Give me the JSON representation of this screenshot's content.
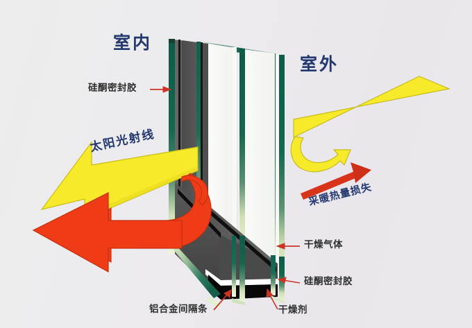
{
  "diagram": {
    "type": "insulated-glazing-cross-section",
    "title_present": false,
    "background_colors": [
      "#ededed",
      "#eceaee",
      "#e9e7ec"
    ],
    "palette": {
      "glass_edge_dark": "#11624f",
      "glass_edge_light": "#eaf2d4",
      "glass_face": "#f6f7f5",
      "interior_dark": "#585858",
      "interior_darker": "#3a3a3a",
      "frame_black": "#0a0a0a",
      "sun_yellow": "#f7ea2a",
      "heat_red": "#ef3b16",
      "arrow_red": "#cc3322",
      "label_blue": "#22386f",
      "label_dark": "#2f2f2f"
    }
  },
  "labels": {
    "indoor": "室内",
    "outdoor": "室外",
    "solar_rays": "太阳光射线",
    "heating_heat_loss": "采暖热量损失",
    "silicone_sealant_top": "硅酮密封胶",
    "silicone_sealant_bottom": "硅酮密封胶",
    "dry_gas": "干燥气体",
    "desiccant": "干燥剂",
    "aluminium_spacer": "铝合金间隔条"
  },
  "callouts": [
    {
      "id": "silicone-top",
      "text": "硅酮密封胶",
      "arrow": "right",
      "color": "#cc3322"
    },
    {
      "id": "dry-gas",
      "text": "干燥气体",
      "arrow": "left",
      "color": "#cc3322"
    },
    {
      "id": "silicone-bottom",
      "text": "硅酮密封胶",
      "arrow": "left",
      "color": "#cc3322"
    },
    {
      "id": "desiccant",
      "text": "干燥剂",
      "arrow": "up",
      "color": "#cc3322"
    },
    {
      "id": "alu-spacer",
      "text": "铝合金间隔条",
      "arrow": "up-right",
      "color": "#cc3322"
    }
  ],
  "flows": [
    {
      "id": "solar-in",
      "label": "太阳光射线",
      "color": "#f7ea2a",
      "direction": "into-room-left"
    },
    {
      "id": "solar-out",
      "label": "",
      "color": "#f7ea2a",
      "direction": "reflected-outdoor-loop"
    },
    {
      "id": "heat-loss",
      "label": "采暖热量损失",
      "color": "#ef3b16",
      "direction": "outward-right"
    },
    {
      "id": "heat-return",
      "label": "",
      "color": "#ef3b16",
      "direction": "reflected-indoor-left"
    }
  ]
}
